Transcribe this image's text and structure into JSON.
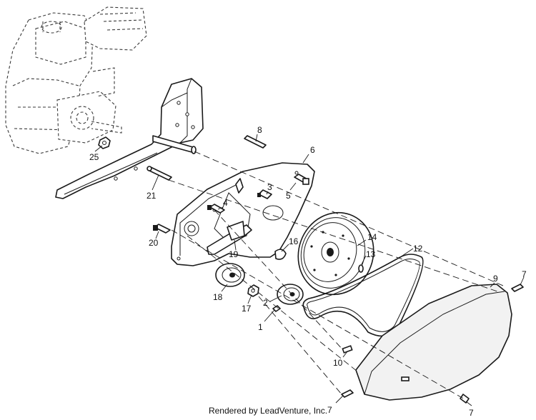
{
  "callouts": [
    "25",
    "8",
    "6",
    "21",
    "3",
    "5",
    "4",
    "20",
    "14",
    "12",
    "16",
    "13",
    "19",
    "9",
    "7",
    "18",
    "2",
    "17",
    "1",
    "10",
    "7",
    "7"
  ],
  "footer": "Rendered by LeadVenture, Inc."
}
